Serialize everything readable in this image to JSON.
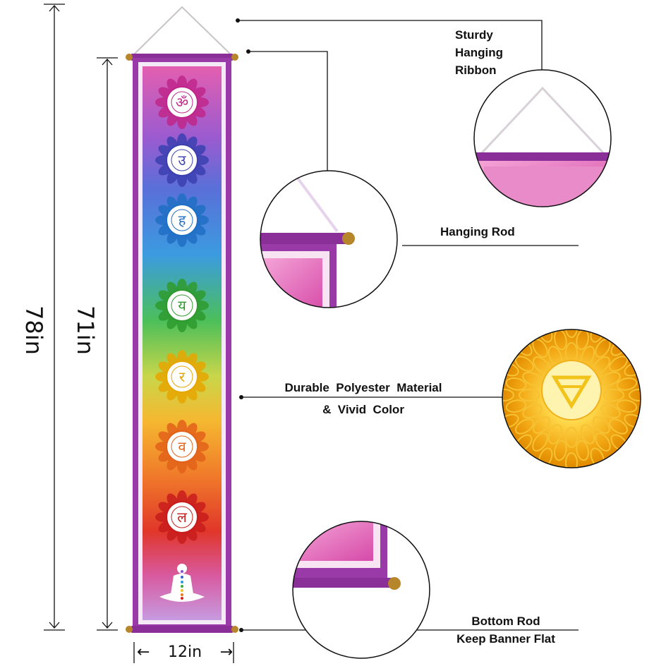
{
  "dimensions": {
    "total_height": "78in",
    "banner_height": "71in",
    "width": "12in",
    "left_arrow": "←",
    "right_arrow": "→"
  },
  "callouts": {
    "ribbon": {
      "line1": "Sturdy",
      "line2": "Hanging",
      "line3": "Ribbon"
    },
    "rod": {
      "label": "Hanging Rod"
    },
    "material": {
      "line1": "Durable  Polyester  Material",
      "line2": "&  Vivid  Color"
    },
    "bottom": {
      "line1": "Bottom Rod",
      "line2": "Keep Banner Flat"
    }
  },
  "chakras": [
    {
      "glyph": "ॐ",
      "color": "#c0268a"
    },
    {
      "glyph": "उ",
      "color": "#3b3fb0"
    },
    {
      "glyph": "ह",
      "color": "#1f6fc4"
    },
    {
      "glyph": "य",
      "color": "#2e9a2e"
    },
    {
      "glyph": "र",
      "color": "#e6a600"
    },
    {
      "glyph": "व",
      "color": "#e2621a"
    },
    {
      "glyph": "ल",
      "color": "#c81c1c"
    }
  ],
  "colors": {
    "frame": "#9a3aa8",
    "rod_end": "#b8862a"
  }
}
